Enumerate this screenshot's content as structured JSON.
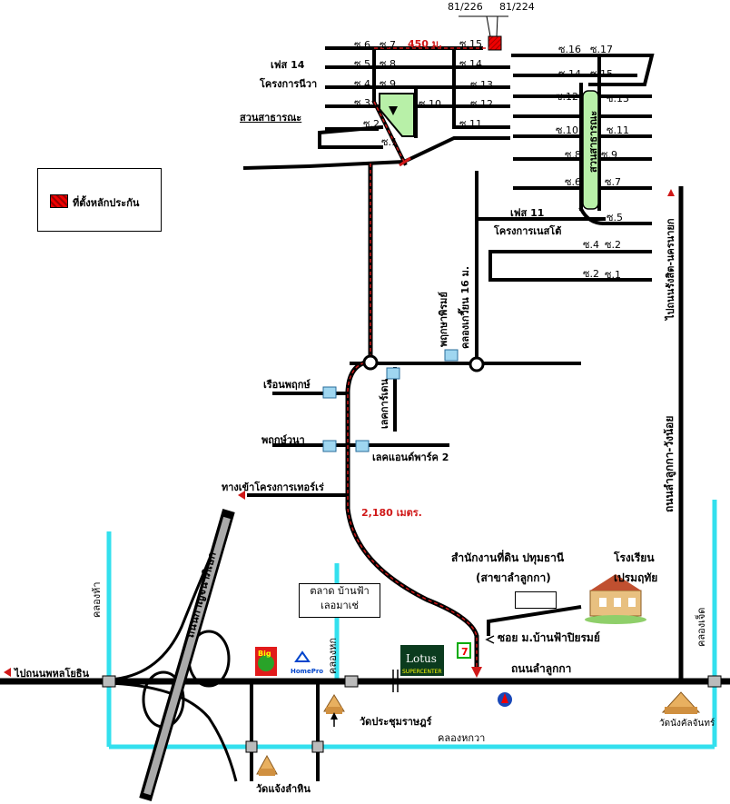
{
  "legend": {
    "label": "ที่ตั้งหลักประกัน",
    "swatch_color": "#e00000"
  },
  "plots": {
    "left": "81/226",
    "right": "81/224"
  },
  "distances": {
    "top": "450 ม.",
    "main": "2,180 เมตร."
  },
  "north_soi": {
    "left_col": [
      "ซ.6",
      "ซ.5",
      "ซ.4",
      "ซ.3",
      "ซ.2",
      "ซ.1"
    ],
    "mid_col": [
      "ซ.7",
      "ซ.8",
      "ซ.9"
    ],
    "right_col": [
      "ซ.15",
      "ซ.14",
      "ซ.13",
      "ซ.12",
      "ซ.11"
    ],
    "inner": "ซ.10"
  },
  "east_soi": {
    "left_col": [
      "ซ.16",
      "ซ.14",
      "ซ.12",
      "ซ.10",
      "ซ.8",
      "ซ.6",
      "ซ.4",
      "ซ.2"
    ],
    "right_col": [
      "ซ.17",
      "ซ.15",
      "ซ.13",
      "ซ.11",
      "ซ.9",
      "ซ.7",
      "ซ.5",
      "ซ.2",
      "ซ.1"
    ]
  },
  "labels": {
    "phase14": "เฟส 14",
    "niwa": "โครงการนีวา",
    "park": "สวนสาธารณะ",
    "park_east": "สวนสาธารณะ",
    "phase11": "เฟส 11",
    "nesde": "โครงการเนสโต้",
    "phrueksaphirom": "พฤกษาพิรมย์",
    "khlong_khwai": "คลองเกวี๊ยน 16 ม.",
    "ruean_phruek": "เรือนพฤกษ์",
    "lake_garden": "เลคการ์เดน",
    "phruek_wana": "พฤกษ์วนา",
    "lake_park2": "เลคแอนด์พาร์ค 2",
    "entrance": "ทางเข้าโครงการเทอร์เร่",
    "land_office_1": "สำนักงานที่ดิน ปทุมธานี",
    "land_office_2": "(สาขาลำลูกกา)",
    "school_1": "โรงเรียน",
    "school_2": "เปรมฤทัย",
    "market_1": "ตลาด บ้านฟ้า",
    "market_2": "เลอมาเช่",
    "soi_banfa": "ซอย ม.บ้านฟ้าปิยรมย์",
    "lam_luk_ka_rd": "ถนนลำลูกกา",
    "to_rangsit": "ไปถนนรังสิต-นครนายก",
    "lamlukka_wangnoi": "ถนนลำลูกกา-วังน้อย",
    "to_phahon": "ไปถนนพหลโยธิน",
    "kanchana": "ถนนกาญจนาภิเษก",
    "khlong_ha": "คลองห้า",
    "khlong_hok": "คลองหก",
    "khlong_jet": "คลองเจ็ด",
    "khlong_hokwa": "คลองหกวา",
    "wat_prachum": "วัดประชุมราษฎร์",
    "wat_chaeng": "วัดแจ้งลำหิน",
    "wat_nang": "วัดนังคัลจันทร์",
    "lotus_1": "Lotus",
    "lotus_2": "SUPERCENTER",
    "big_c": "Big",
    "homepro": "HomePro",
    "seven": "7"
  },
  "colors": {
    "road": "#000000",
    "canal": "#33e0ee",
    "park": "#b8f0a8",
    "route": "#d01818"
  }
}
